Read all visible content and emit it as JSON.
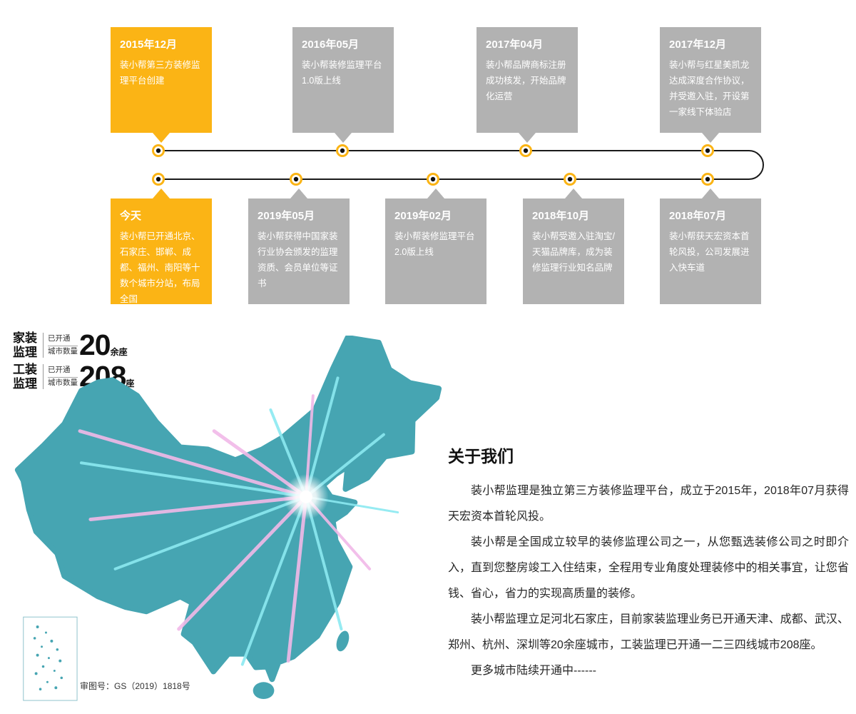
{
  "timeline": {
    "accent_color": "#FBB415",
    "card_color": "#B2B2B2",
    "top_cards": [
      {
        "date": "2015年12月",
        "text": "装小帮第三方装修监理平台创建",
        "highlight": true
      },
      {
        "date": "2016年05月",
        "text": "装小帮装修监理平台1.0版上线",
        "highlight": false
      },
      {
        "date": "2017年04月",
        "text": "装小帮品牌商标注册成功核发，开始品牌化运营",
        "highlight": false
      },
      {
        "date": "2017年12月",
        "text": "装小帮与红星美凯龙达成深度合作协议，并受邀入驻，开设第一家线下体验店",
        "highlight": false
      }
    ],
    "bottom_cards": [
      {
        "date": "今天",
        "text": "装小帮已开通北京、石家庄、邯郸、成都、福州、南阳等十数个城市分站，布局全国",
        "highlight": true
      },
      {
        "date": "2019年05月",
        "text": "装小帮获得中国家装行业协会颁发的监理资质、会员单位等证书",
        "highlight": false
      },
      {
        "date": "2019年02月",
        "text": "装小帮装修监理平台2.0版上线",
        "highlight": false
      },
      {
        "date": "2018年10月",
        "text": "装小帮受邀入驻淘宝/天猫品牌库，成为装修监理行业知名品牌",
        "highlight": false
      },
      {
        "date": "2018年07月",
        "text": "装小帮获天宏资本首轮风投，公司发展进入快车道",
        "highlight": false
      }
    ]
  },
  "stats": {
    "rows": [
      {
        "label1": "家装",
        "label2": "监理",
        "sub1": "已开通",
        "sub2": "城市数量",
        "value": "20",
        "unit": "余座"
      },
      {
        "label1": "工装",
        "label2": "监理",
        "sub1": "已开通",
        "sub2": "城市数量",
        "value": "208",
        "unit": "座"
      }
    ]
  },
  "map": {
    "fill_color": "#46A5B2",
    "ray_pink": "#F1B9E8",
    "ray_cyan": "#8BE9F1",
    "license_label": "审图号：GS（2019）1818号"
  },
  "about": {
    "title": "关于我们",
    "paragraphs": [
      "装小帮监理是独立第三方装修监理平台，成立于2015年，2018年07月获得天宏资本首轮风投。",
      "装小帮是全国成立较早的装修监理公司之一，从您甄选装修公司之时即介入，直到您整房竣工入住结束，全程用专业角度处理装修中的相关事宜，让您省钱、省心，省力的实现高质量的装修。",
      "装小帮监理立足河北石家庄，目前家装监理业务已开通天津、成都、武汉、郑州、杭州、深圳等20余座城市，工装监理已开通一二三四线城市208座。",
      "更多城市陆续开通中------"
    ]
  }
}
